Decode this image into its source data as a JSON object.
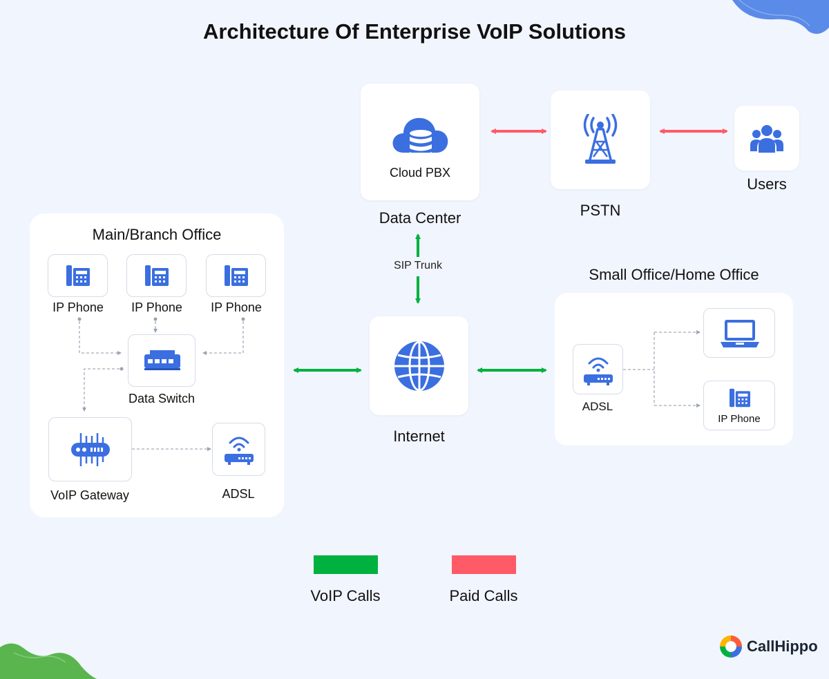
{
  "title": "Architecture Of Enterprise VoIP Solutions",
  "nodes": {
    "cloud_pbx": "Cloud PBX",
    "data_center": "Data Center",
    "pstn": "PSTN",
    "users": "Users",
    "internet": "Internet",
    "sip_trunk": "SIP Trunk"
  },
  "main_office": {
    "title": "Main/Branch Office",
    "phones": [
      "IP Phone",
      "IP Phone",
      "IP Phone"
    ],
    "data_switch": "Data Switch",
    "voip_gateway": "VoIP Gateway",
    "adsl": "ADSL"
  },
  "soho": {
    "title": "Small Office/Home Office",
    "adsl": "ADSL",
    "ip_phone": "IP Phone"
  },
  "legend": {
    "voip": "VoIP Calls",
    "paid": "Paid Calls"
  },
  "brand": "CallHippo",
  "colors": {
    "voip": "#00b140",
    "paid": "#ff5a68",
    "icon": "#3b6fe0",
    "background": "#f1f5fd"
  },
  "icons": [
    "cloud-database-icon",
    "tower-icon",
    "users-icon",
    "globe-icon",
    "phone-icon",
    "switch-icon",
    "gateway-icon",
    "router-icon",
    "laptop-icon"
  ]
}
